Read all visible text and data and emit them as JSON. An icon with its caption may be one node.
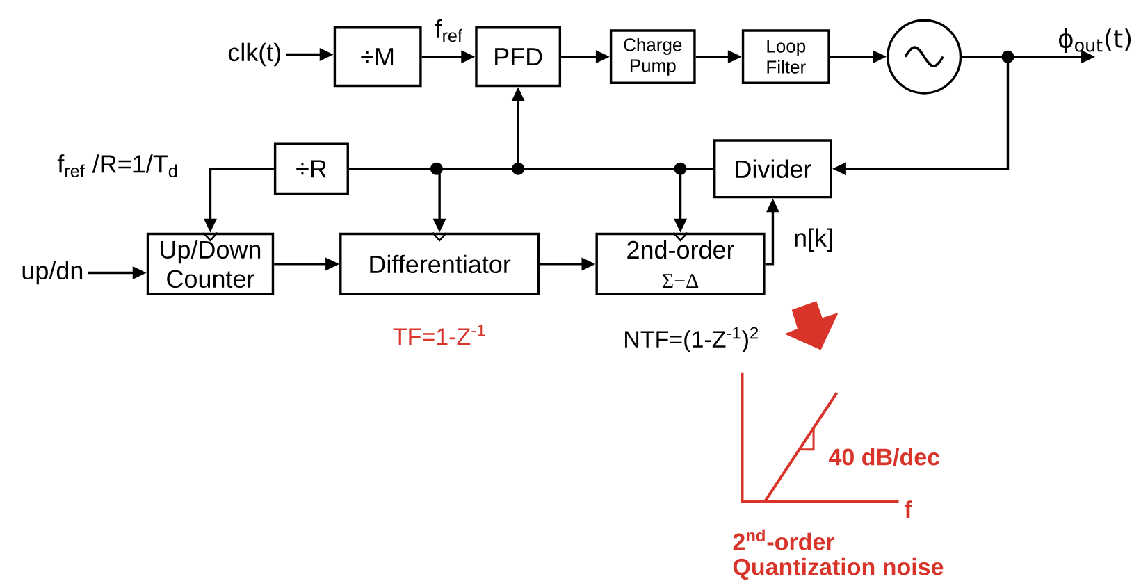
{
  "diagram": {
    "nodes": [
      {
        "text": [
          "clk(t)"
        ]
      },
      {
        "text": [
          "÷M"
        ]
      },
      {
        "text": [
          "PFD"
        ]
      },
      {
        "text": [
          "Charge Pump"
        ]
      },
      {
        "text": [
          "Loop Filter"
        ]
      },
      {
        "text": [],
        "shape": "circle"
      },
      {
        "text": [
          "ϕ$_{out}$(t)"
        ]
      },
      {
        "text": [
          "÷R"
        ]
      },
      {
        "text": [
          "Divider"
        ]
      },
      {
        "text": [
          "Up/Down Counter"
        ]
      },
      {
        "text": [
          "Differentiator"
        ],
        "beside": [
          "TF=1-Z$^{-1}$"
        ]
      },
      {
        "text": [
          "2nd-order",
          "Σ−Δ"
        ],
        "beside": [
          "NTF=(1-Z$^{-1}$)$^{2}$"
        ]
      },
      {
        "text": [
          "up/dn"
        ]
      }
    ],
    "edges": [
      {
        "from": 0,
        "to": 1,
        "arrow": "to"
      },
      {
        "from": 1,
        "to": 2,
        "arrow": "to",
        "label": "f$_{ref}$"
      },
      {
        "from": 2,
        "to": 3,
        "arrow": "to"
      },
      {
        "from": 3,
        "to": 4,
        "arrow": "to"
      },
      {
        "from": 4,
        "to": 5,
        "arrow": "to"
      },
      {
        "from": 5,
        "to": 6,
        "arrow": "to"
      },
      {
        "from": 5,
        "to": 8,
        "arrow": "to"
      },
      {
        "from": 8,
        "to": 2,
        "arrow": "to"
      },
      {
        "from": 8,
        "to": 7,
        "arrow": "none"
      },
      {
        "from": 8,
        "to": 10,
        "arrow": "to"
      },
      {
        "from": 8,
        "to": 11,
        "arrow": "to"
      },
      {
        "from": 7,
        "to": 9,
        "arrow": "to",
        "label": "f$_{ref}$ /R=1/T$_{d}$"
      },
      {
        "from": 12,
        "to": 9,
        "arrow": "to"
      },
      {
        "from": 9,
        "to": 10,
        "arrow": "to"
      },
      {
        "from": 10,
        "to": 11,
        "arrow": "to"
      },
      {
        "from": 11,
        "to": 8,
        "arrow": "to",
        "label": "n[k]"
      }
    ],
    "labels": [
      "40 dB/dec",
      "f",
      "2$^{nd}$-order",
      "Quantization noise"
    ]
  }
}
